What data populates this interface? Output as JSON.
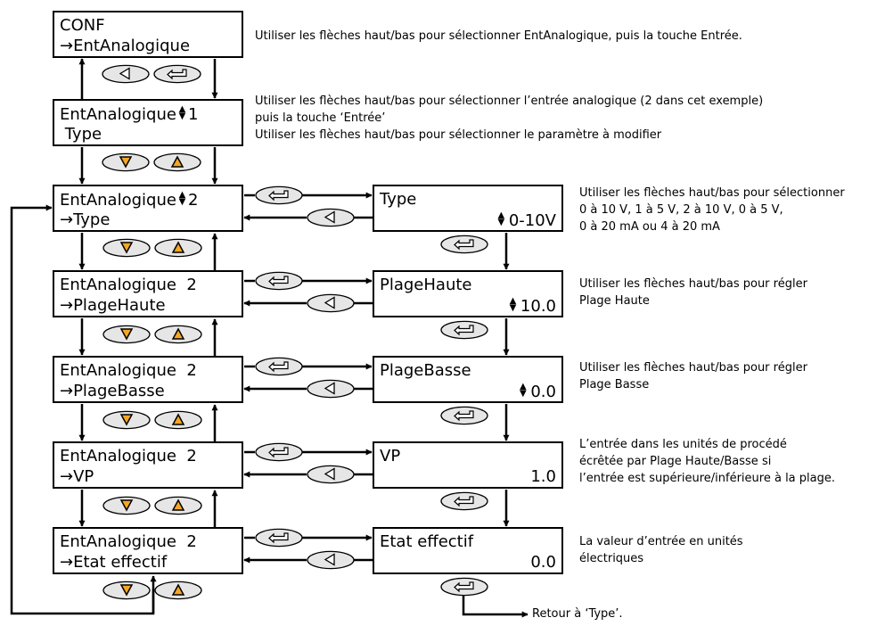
{
  "conf": {
    "line1": "CONF",
    "line2": "→EntAnalogique"
  },
  "sel": {
    "line1": "EntAnalogique",
    "updown": "▲▼",
    "num": "1",
    "line2": " Type"
  },
  "list": [
    {
      "line1": "EntAnalogique",
      "num": "2",
      "line2": "→Type"
    },
    {
      "line1": "EntAnalogique  2",
      "line2": "→PlageHaute"
    },
    {
      "line1": "EntAnalogique  2",
      "line2": "→PlageBasse"
    },
    {
      "line1": "EntAnalogique  2",
      "line2": "→VP"
    },
    {
      "line1": "EntAnalogique  2",
      "line2": "→Etat effectif"
    }
  ],
  "params": [
    {
      "name": "Type",
      "value": "0-10V",
      "adjustable": true
    },
    {
      "name": "PlageHaute",
      "value": "10.0",
      "adjustable": true
    },
    {
      "name": "PlageBasse",
      "value": "0.0",
      "adjustable": true
    },
    {
      "name": "VP",
      "value": "1.0",
      "adjustable": false
    },
    {
      "name": "Etat effectif",
      "value": "0.0",
      "adjustable": false
    }
  ],
  "descriptions": {
    "conf": [
      "Utiliser les flèches haut/bas pour sélectionner EntAnalogique, puis la touche Entrée."
    ],
    "sel": [
      "Utiliser les flèches haut/bas pour sélectionner l’entrée analogique (2 dans cet exemple)",
      "puis la touche ‘Entrée’",
      "Utiliser les flèches haut/bas pour sélectionner le paramètre à modifier"
    ],
    "type": [
      "Utiliser les flèches haut/bas pour sélectionner",
      "0 à 10 V, 1 à 5 V, 2 à 10 V, 0 à 5 V,",
      "0 à 20 mA ou 4 à 20 mA"
    ],
    "high": [
      "Utiliser les flèches haut/bas pour régler",
      "Plage Haute"
    ],
    "low": [
      "Utiliser les flèches haut/bas pour régler",
      "Plage Basse"
    ],
    "pv": [
      "L’entrée dans les unités de procédé",
      "écrêtée par Plage Haute/Basse si",
      "l’entrée est supérieure/inférieure à la plage."
    ],
    "state": [
      "La valeur d’entrée en unités",
      "électriques"
    ]
  },
  "return_text": "Retour à ‘Type’.",
  "colors": {
    "line": "#000000",
    "down_key": "#f5a623",
    "key_bg": "#e6e6e6"
  }
}
